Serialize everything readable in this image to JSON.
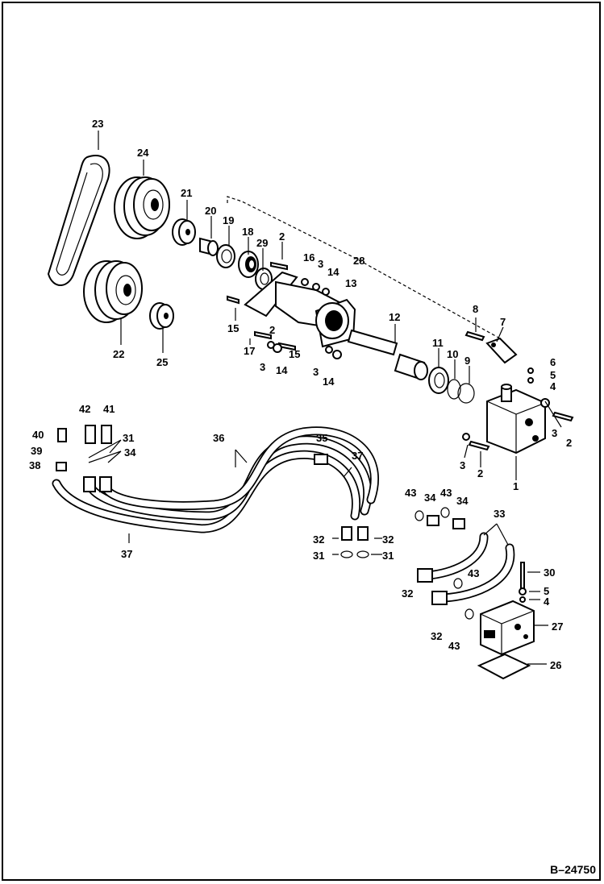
{
  "figure_id": "B–24750",
  "callouts": {
    "c1": "1",
    "c2a": "2",
    "c2b": "2",
    "c2c": "2",
    "c3a": "3",
    "c3b": "3",
    "c3c": "3",
    "c3d": "3",
    "c3e": "3",
    "c4a": "4",
    "c4b": "4",
    "c5a": "5",
    "c5b": "5",
    "c6": "6",
    "c7": "7",
    "c8": "8",
    "c9": "9",
    "c10": "10",
    "c11": "11",
    "c12": "12",
    "c13": "13",
    "c14a": "14",
    "c14b": "14",
    "c14c": "14",
    "c15a": "15",
    "c15b": "15",
    "c16": "16",
    "c17": "17",
    "c18": "18",
    "c19": "19",
    "c20": "20",
    "c21": "21",
    "c22": "22",
    "c23": "23",
    "c24": "24",
    "c25": "25",
    "c26": "26",
    "c27": "27",
    "c28": "28",
    "c29": "29",
    "c30": "30",
    "c31a": "31",
    "c31b": "31",
    "c31c": "31",
    "c32a": "32",
    "c32b": "32",
    "c32c": "32",
    "c32d": "32",
    "c33": "33",
    "c34a": "34",
    "c34b": "34",
    "c34c": "34",
    "c35": "35",
    "c36": "36",
    "c37a": "37",
    "c37b": "37",
    "c38": "38",
    "c39": "39",
    "c40": "40",
    "c41": "41",
    "c42": "42",
    "c43a": "43",
    "c43b": "43",
    "c43c": "43",
    "c43d": "43"
  }
}
